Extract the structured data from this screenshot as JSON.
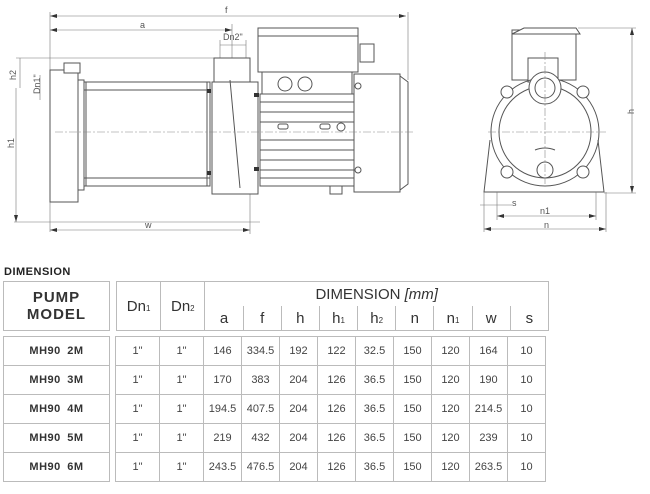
{
  "drawing": {
    "labels": {
      "f": "f",
      "a": "a",
      "dn2": "Dn2\"",
      "dn1": "Dn1\"",
      "h2": "h2",
      "h1": "h1",
      "w": "w",
      "h": "h",
      "s": "s",
      "n1": "n1",
      "n": "n"
    }
  },
  "section_title": "DIMENSION",
  "table": {
    "model_header": [
      "PUMP",
      "MODEL"
    ],
    "dn1_header": {
      "main": "Dn",
      "sub": "1"
    },
    "dn2_header": {
      "main": "Dn",
      "sub": "2"
    },
    "dimension_header": "DIMENSION",
    "dimension_unit": "[mm]",
    "columns": [
      {
        "main": "a",
        "sub": ""
      },
      {
        "main": "f",
        "sub": ""
      },
      {
        "main": "h",
        "sub": ""
      },
      {
        "main": "h",
        "sub": "1"
      },
      {
        "main": "h",
        "sub": "2"
      },
      {
        "main": "n",
        "sub": ""
      },
      {
        "main": "n",
        "sub": "1"
      },
      {
        "main": "w",
        "sub": ""
      },
      {
        "main": "s",
        "sub": ""
      }
    ],
    "rows": [
      {
        "model": "MH90 2M",
        "dn1": "1\"",
        "dn2": "1\"",
        "a": "146",
        "f": "334.5",
        "h": "192",
        "h1": "122",
        "h2": "32.5",
        "n": "150",
        "n1": "120",
        "w": "164",
        "s": "10"
      },
      {
        "model": "MH90 3M",
        "dn1": "1\"",
        "dn2": "1\"",
        "a": "170",
        "f": "383",
        "h": "204",
        "h1": "126",
        "h2": "36.5",
        "n": "150",
        "n1": "120",
        "w": "190",
        "s": "10"
      },
      {
        "model": "MH90 4M",
        "dn1": "1\"",
        "dn2": "1\"",
        "a": "194.5",
        "f": "407.5",
        "h": "204",
        "h1": "126",
        "h2": "36.5",
        "n": "150",
        "n1": "120",
        "w": "214.5",
        "s": "10"
      },
      {
        "model": "MH90 5M",
        "dn1": "1\"",
        "dn2": "1\"",
        "a": "219",
        "f": "432",
        "h": "204",
        "h1": "126",
        "h2": "36.5",
        "n": "150",
        "n1": "120",
        "w": "239",
        "s": "10"
      },
      {
        "model": "MH90 6M",
        "dn1": "1\"",
        "dn2": "1\"",
        "a": "243.5",
        "f": "476.5",
        "h": "204",
        "h1": "126",
        "h2": "36.5",
        "n": "150",
        "n1": "120",
        "w": "263.5",
        "s": "10"
      }
    ]
  }
}
